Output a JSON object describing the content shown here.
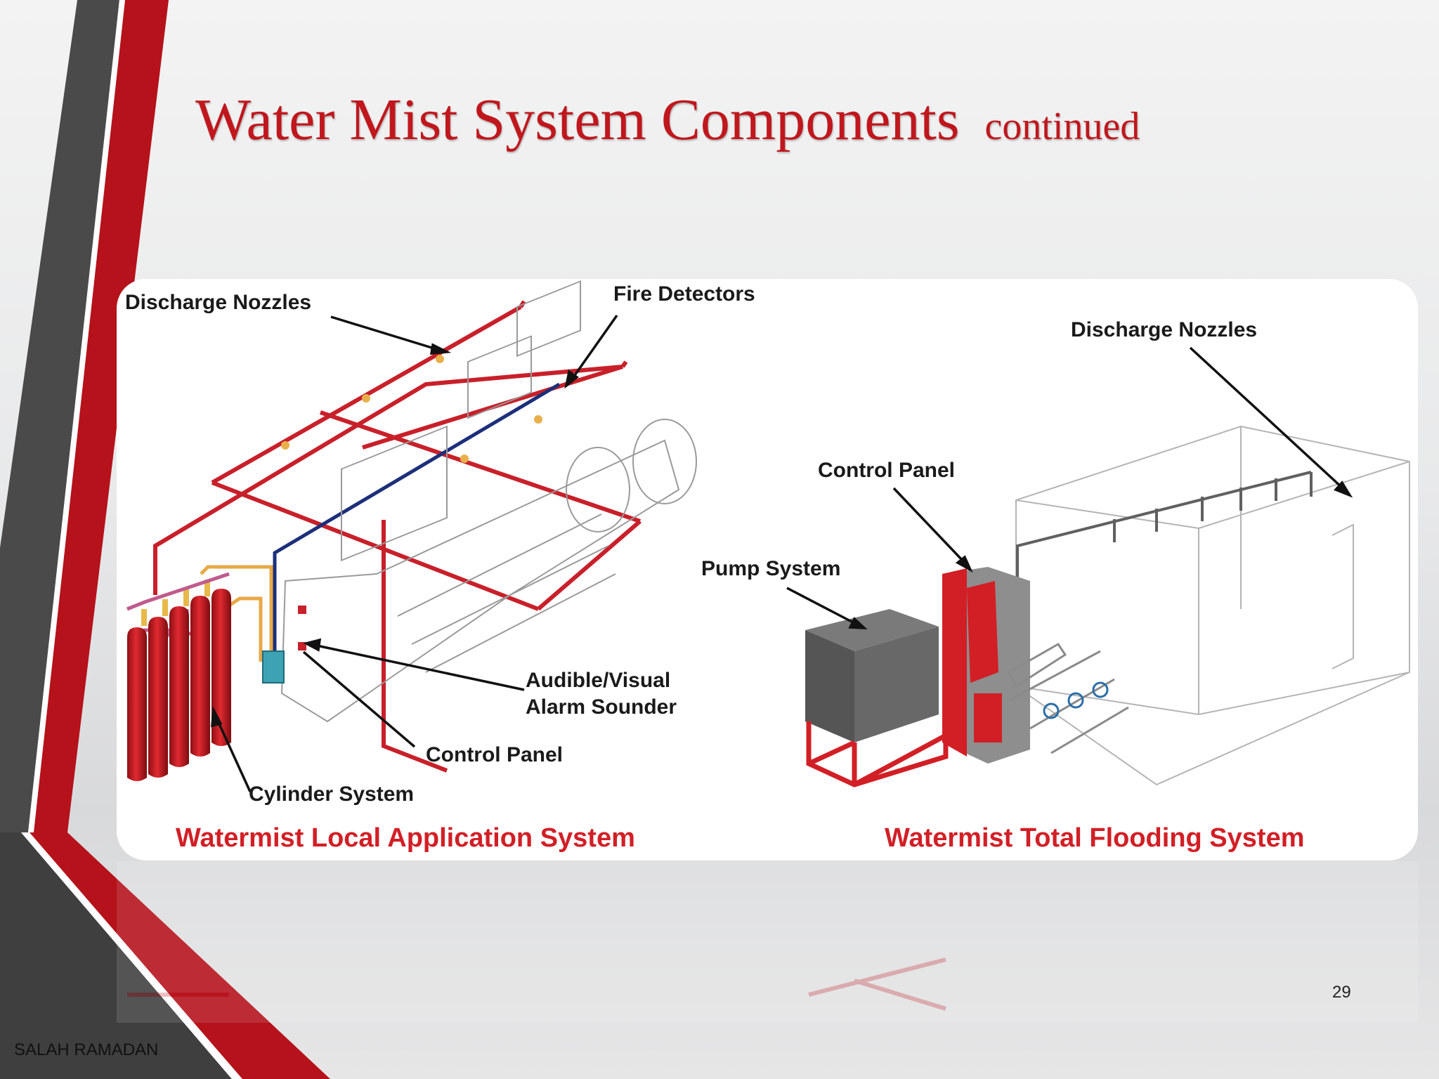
{
  "slide": {
    "title": "Water Mist System Components",
    "title_suffix": "continued",
    "author": "SALAH RAMADAN",
    "page_number": "29"
  },
  "diagram": {
    "local": {
      "system_name": "Watermist Local Application System",
      "labels": {
        "discharge_nozzles": "Discharge Nozzles",
        "fire_detectors": "Fire Detectors",
        "alarm_line1": "Audible/Visual",
        "alarm_line2": "Alarm Sounder",
        "control_panel": "Control Panel",
        "cylinder_system": "Cylinder System"
      }
    },
    "flooding": {
      "system_name": "Watermist Total Flooding System",
      "labels": {
        "discharge_nozzles": "Discharge Nozzles",
        "control_panel": "Control Panel",
        "pump_system": "Pump System"
      }
    }
  },
  "colors": {
    "title_red": "#c0171d",
    "pipe_red": "#c8202a",
    "detector_blue": "#1c2f7a",
    "label_red": "#d21f26",
    "stripe_dark": "#4a4a4a"
  }
}
